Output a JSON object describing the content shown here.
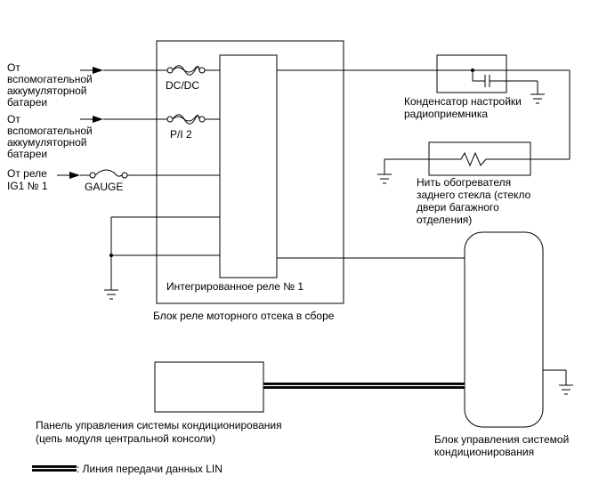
{
  "sources": {
    "aux_battery_1": [
      "От",
      "вспомогательной",
      "аккумуляторной",
      "батареи"
    ],
    "aux_battery_2": [
      "От",
      "вспомогательной",
      "аккумуляторной",
      "батареи"
    ],
    "ig1_relay": [
      "От реле",
      "IG1 № 1"
    ]
  },
  "fuses": {
    "dcdc": "DC/DC",
    "pi2": "P/I 2",
    "gauge": "GAUGE"
  },
  "integrated_relay_label": "Интегрированное реле № 1",
  "relay_block_label": "Блок реле моторного отсека в сборе",
  "capacitor_label": [
    "Конденсатор настройки",
    "радиоприемника"
  ],
  "defogger_label": [
    "Нить обогревателя",
    "заднего стекла (стекло",
    "двери багажного",
    "отделения)"
  ],
  "ac_panel_label": [
    "Панель управления системы кондиционирования",
    "(цепь модуля центральной консоли)"
  ],
  "ac_ecu_label": [
    "Блок управления системой",
    "кондиционирования"
  ],
  "legend_label": ": Линия передачи данных LIN"
}
